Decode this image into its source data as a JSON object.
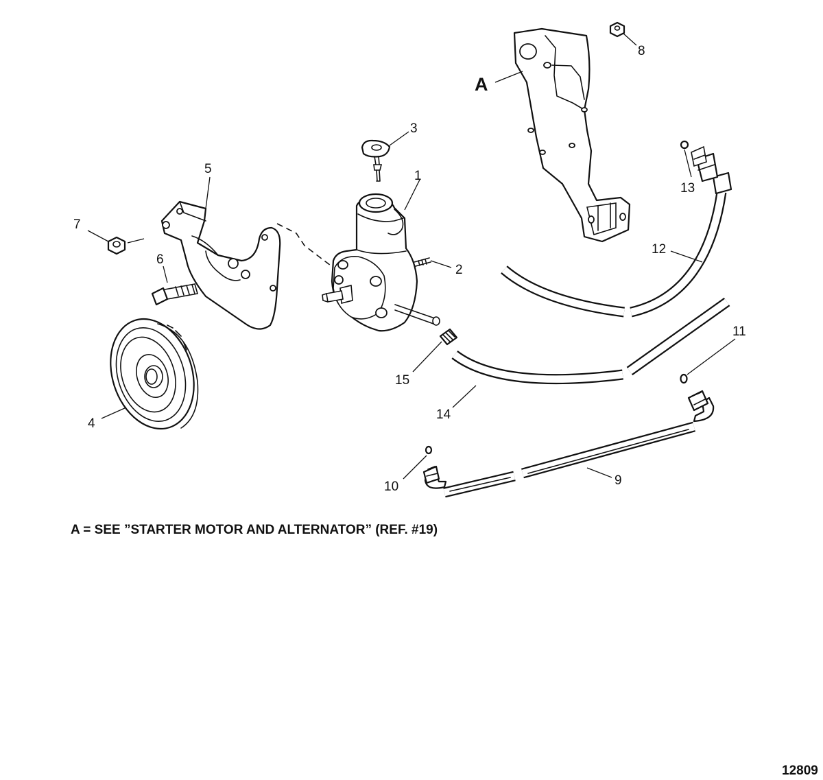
{
  "diagram": {
    "callouts": [
      {
        "id": "1",
        "label": "1"
      },
      {
        "id": "2",
        "label": "2"
      },
      {
        "id": "3",
        "label": "3"
      },
      {
        "id": "4",
        "label": "4"
      },
      {
        "id": "5",
        "label": "5"
      },
      {
        "id": "6",
        "label": "6"
      },
      {
        "id": "7",
        "label": "7"
      },
      {
        "id": "8",
        "label": "8"
      },
      {
        "id": "9",
        "label": "9"
      },
      {
        "id": "10",
        "label": "10"
      },
      {
        "id": "11",
        "label": "11"
      },
      {
        "id": "12",
        "label": "12"
      },
      {
        "id": "13",
        "label": "13"
      },
      {
        "id": "14",
        "label": "14"
      },
      {
        "id": "15",
        "label": "15"
      }
    ],
    "reference_letter": "A",
    "note": "A = SEE ”STARTER MOTOR AND ALTERNATOR” (REF. #19)",
    "figure_number": "12809"
  }
}
